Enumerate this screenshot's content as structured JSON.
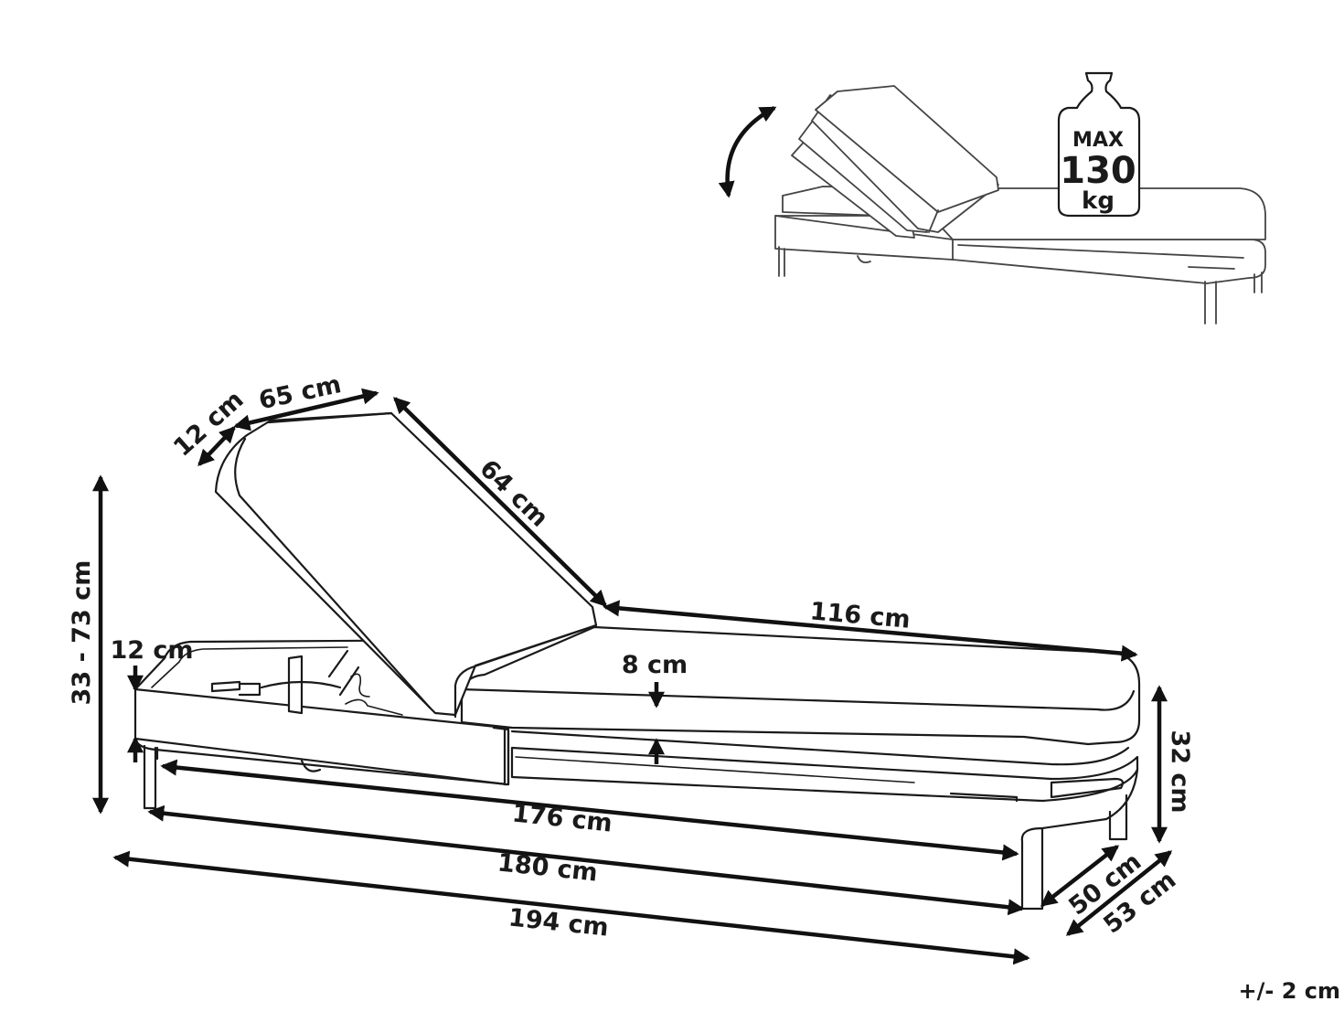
{
  "weight_badge": {
    "line1": "MAX",
    "line2": "130",
    "line3": "kg"
  },
  "dimensions": {
    "backrest_thickness": "12 cm",
    "backrest_width": "65 cm",
    "backrest_length": "64 cm",
    "seat_length": "116 cm",
    "height_range": "33 - 73 cm",
    "frame_height": "12 cm",
    "cushion_thickness": "8 cm",
    "seat_height": "32 cm",
    "inner_length": "176 cm",
    "frame_length": "180 cm",
    "total_length": "194 cm",
    "inner_width": "50 cm",
    "total_width": "53 cm"
  },
  "tolerance": "+/- 2 cm"
}
